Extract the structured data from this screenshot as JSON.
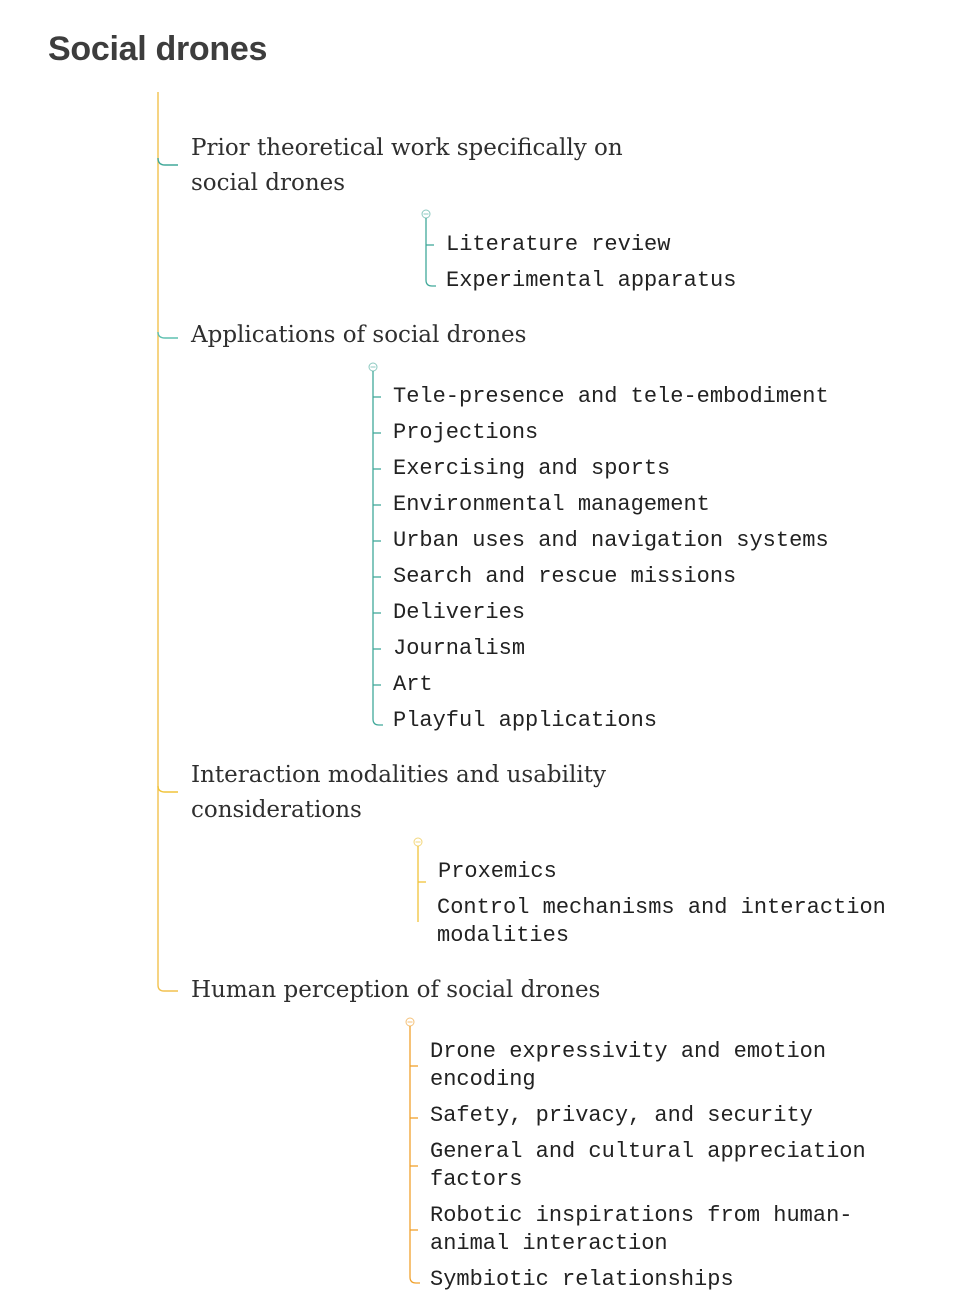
{
  "title": "Social drones",
  "colors": {
    "trunk": "#f2c14e",
    "teal": "#41a99a",
    "teal_light": "#5fc0b1",
    "yellow": "#f0c43a",
    "orange": "#f0a12c"
  },
  "branches": [
    {
      "label": "Prior theoretical work specifically on social drones",
      "children": [
        "Literature review",
        "Experimental apparatus"
      ]
    },
    {
      "label": "Applications of social drones",
      "children": [
        "Tele-presence and tele-embodiment",
        "Projections",
        "Exercising and sports",
        "Environmental management",
        "Urban uses and navigation systems",
        "Search and rescue missions",
        "Deliveries",
        "Journalism",
        "Art",
        "Playful applications"
      ]
    },
    {
      "label": "Interaction modalities and usability considerations",
      "children": [
        "Proxemics",
        "Control mechanisms and interaction modalities"
      ]
    },
    {
      "label": "Human perception of social drones",
      "children": [
        "Drone expressivity and emotion encoding",
        "Safety, privacy, and security",
        "General and cultural appreciation factors",
        "Robotic inspirations from human-animal interaction",
        "Symbiotic relationships"
      ]
    }
  ]
}
